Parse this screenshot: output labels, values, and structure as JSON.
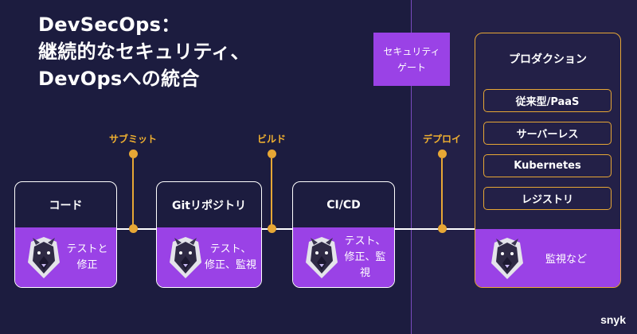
{
  "title": {
    "line1": "DevSecOps：",
    "line2": "継続的なセキュリティ、",
    "line3": "DevOpsへの統合"
  },
  "stages": [
    {
      "name": "コード",
      "bottom_line1": "テストと",
      "bottom_line2": "修正"
    },
    {
      "name": "Gitリポジトリ",
      "bottom_line1": "テスト、",
      "bottom_line2": "修正、監視"
    },
    {
      "name": "CI/CD",
      "bottom_line1": "テスト、",
      "bottom_line2": "修正、監視"
    }
  ],
  "milestones": [
    "サブミット",
    "ビルド",
    "デプロイ"
  ],
  "gate": {
    "line1": "セキュリティ",
    "line2": "ゲート"
  },
  "production": {
    "title": "プロダクション",
    "items": [
      "従来型/PaaS",
      "サーバーレス",
      "Kubernetes",
      "レジストリ"
    ],
    "bottom": "監視など"
  },
  "logo": "snyk",
  "colors": {
    "background": "#1c1c3f",
    "accent": "#e7a735",
    "purple": "#9a42e6"
  }
}
